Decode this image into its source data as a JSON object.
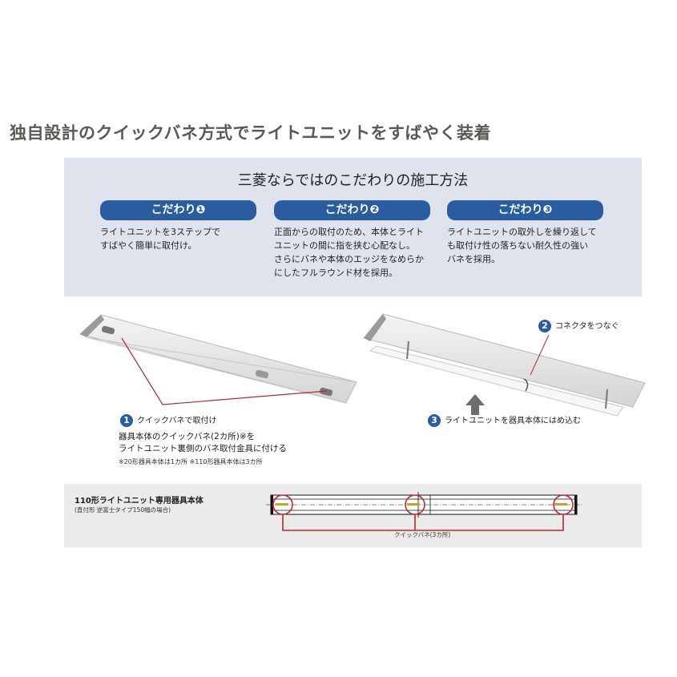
{
  "headline": "独自設計のクイックバネ方式でライトユニットをすばやく装着",
  "panel": {
    "title": "三菱ならではのこだわりの施工方法",
    "badge_color": "#2a5ca0",
    "bg_color": "#dfe3ee",
    "features": [
      {
        "badge": "こだわり❶",
        "text": "ライトユニットを3ステップで\nすばやく簡単に取付け。"
      },
      {
        "badge": "こだわり❷",
        "text": "正面からの取付のため、本体とライト\nユニットの間に指を挟む心配なし。\nさらにバネや本体のエッジをなめらか\nにしたフルラウンド材を採用。"
      },
      {
        "badge": "こだわり❸",
        "text": "ライトユニットの取外しを繰り返して\nも取付け性の落ちない耐久性の強い\nバネを採用。"
      }
    ]
  },
  "steps": {
    "step1": {
      "num": "1",
      "label": "クイックバネで取付け",
      "desc": "器具本体のクイックバネ(2カ所)※を\nライトユニット裏側のバネ取付金具に付ける",
      "note": "※20形器具本体は1カ所 ※110形器具本体は3カ所"
    },
    "step2": {
      "num": "2",
      "label": "コネクタをつなぐ"
    },
    "step3": {
      "num": "3",
      "label": "ライトユニットを器具本体にはめ込む"
    }
  },
  "diagram": {
    "title": "110形ライトユニット専用器具本体",
    "subtitle": "(直付形 逆富士タイプ150幅の場合)",
    "callout": "クイックバネ(3カ所)",
    "highlight_color": "#c0262d"
  }
}
